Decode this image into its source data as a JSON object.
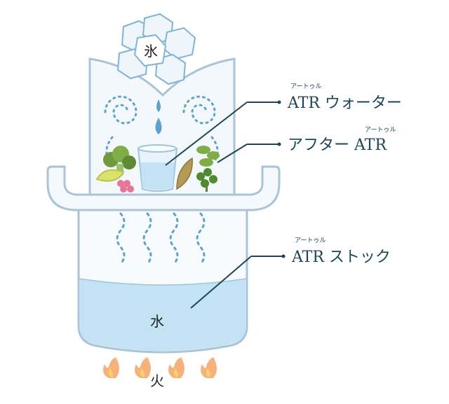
{
  "labels": {
    "ice": "氷",
    "water": "水",
    "fire": "火",
    "atr_water": {
      "ruby": "アートゥル",
      "text": "ATR ウォーター"
    },
    "after_atr": {
      "text": "アフター ATR",
      "ruby": "アートゥル"
    },
    "atr_stock": {
      "ruby": "アートゥル",
      "text": "ATR ストック"
    }
  },
  "colors": {
    "outline": "#a9c4d6",
    "glass_fill": "#eaf3fa",
    "water_fill": "#c3e2f3",
    "dots": "#5aa3d1",
    "leader": "#1b4559",
    "flame_outer": "#f6b27a",
    "flame_inner": "#f6d36b"
  }
}
